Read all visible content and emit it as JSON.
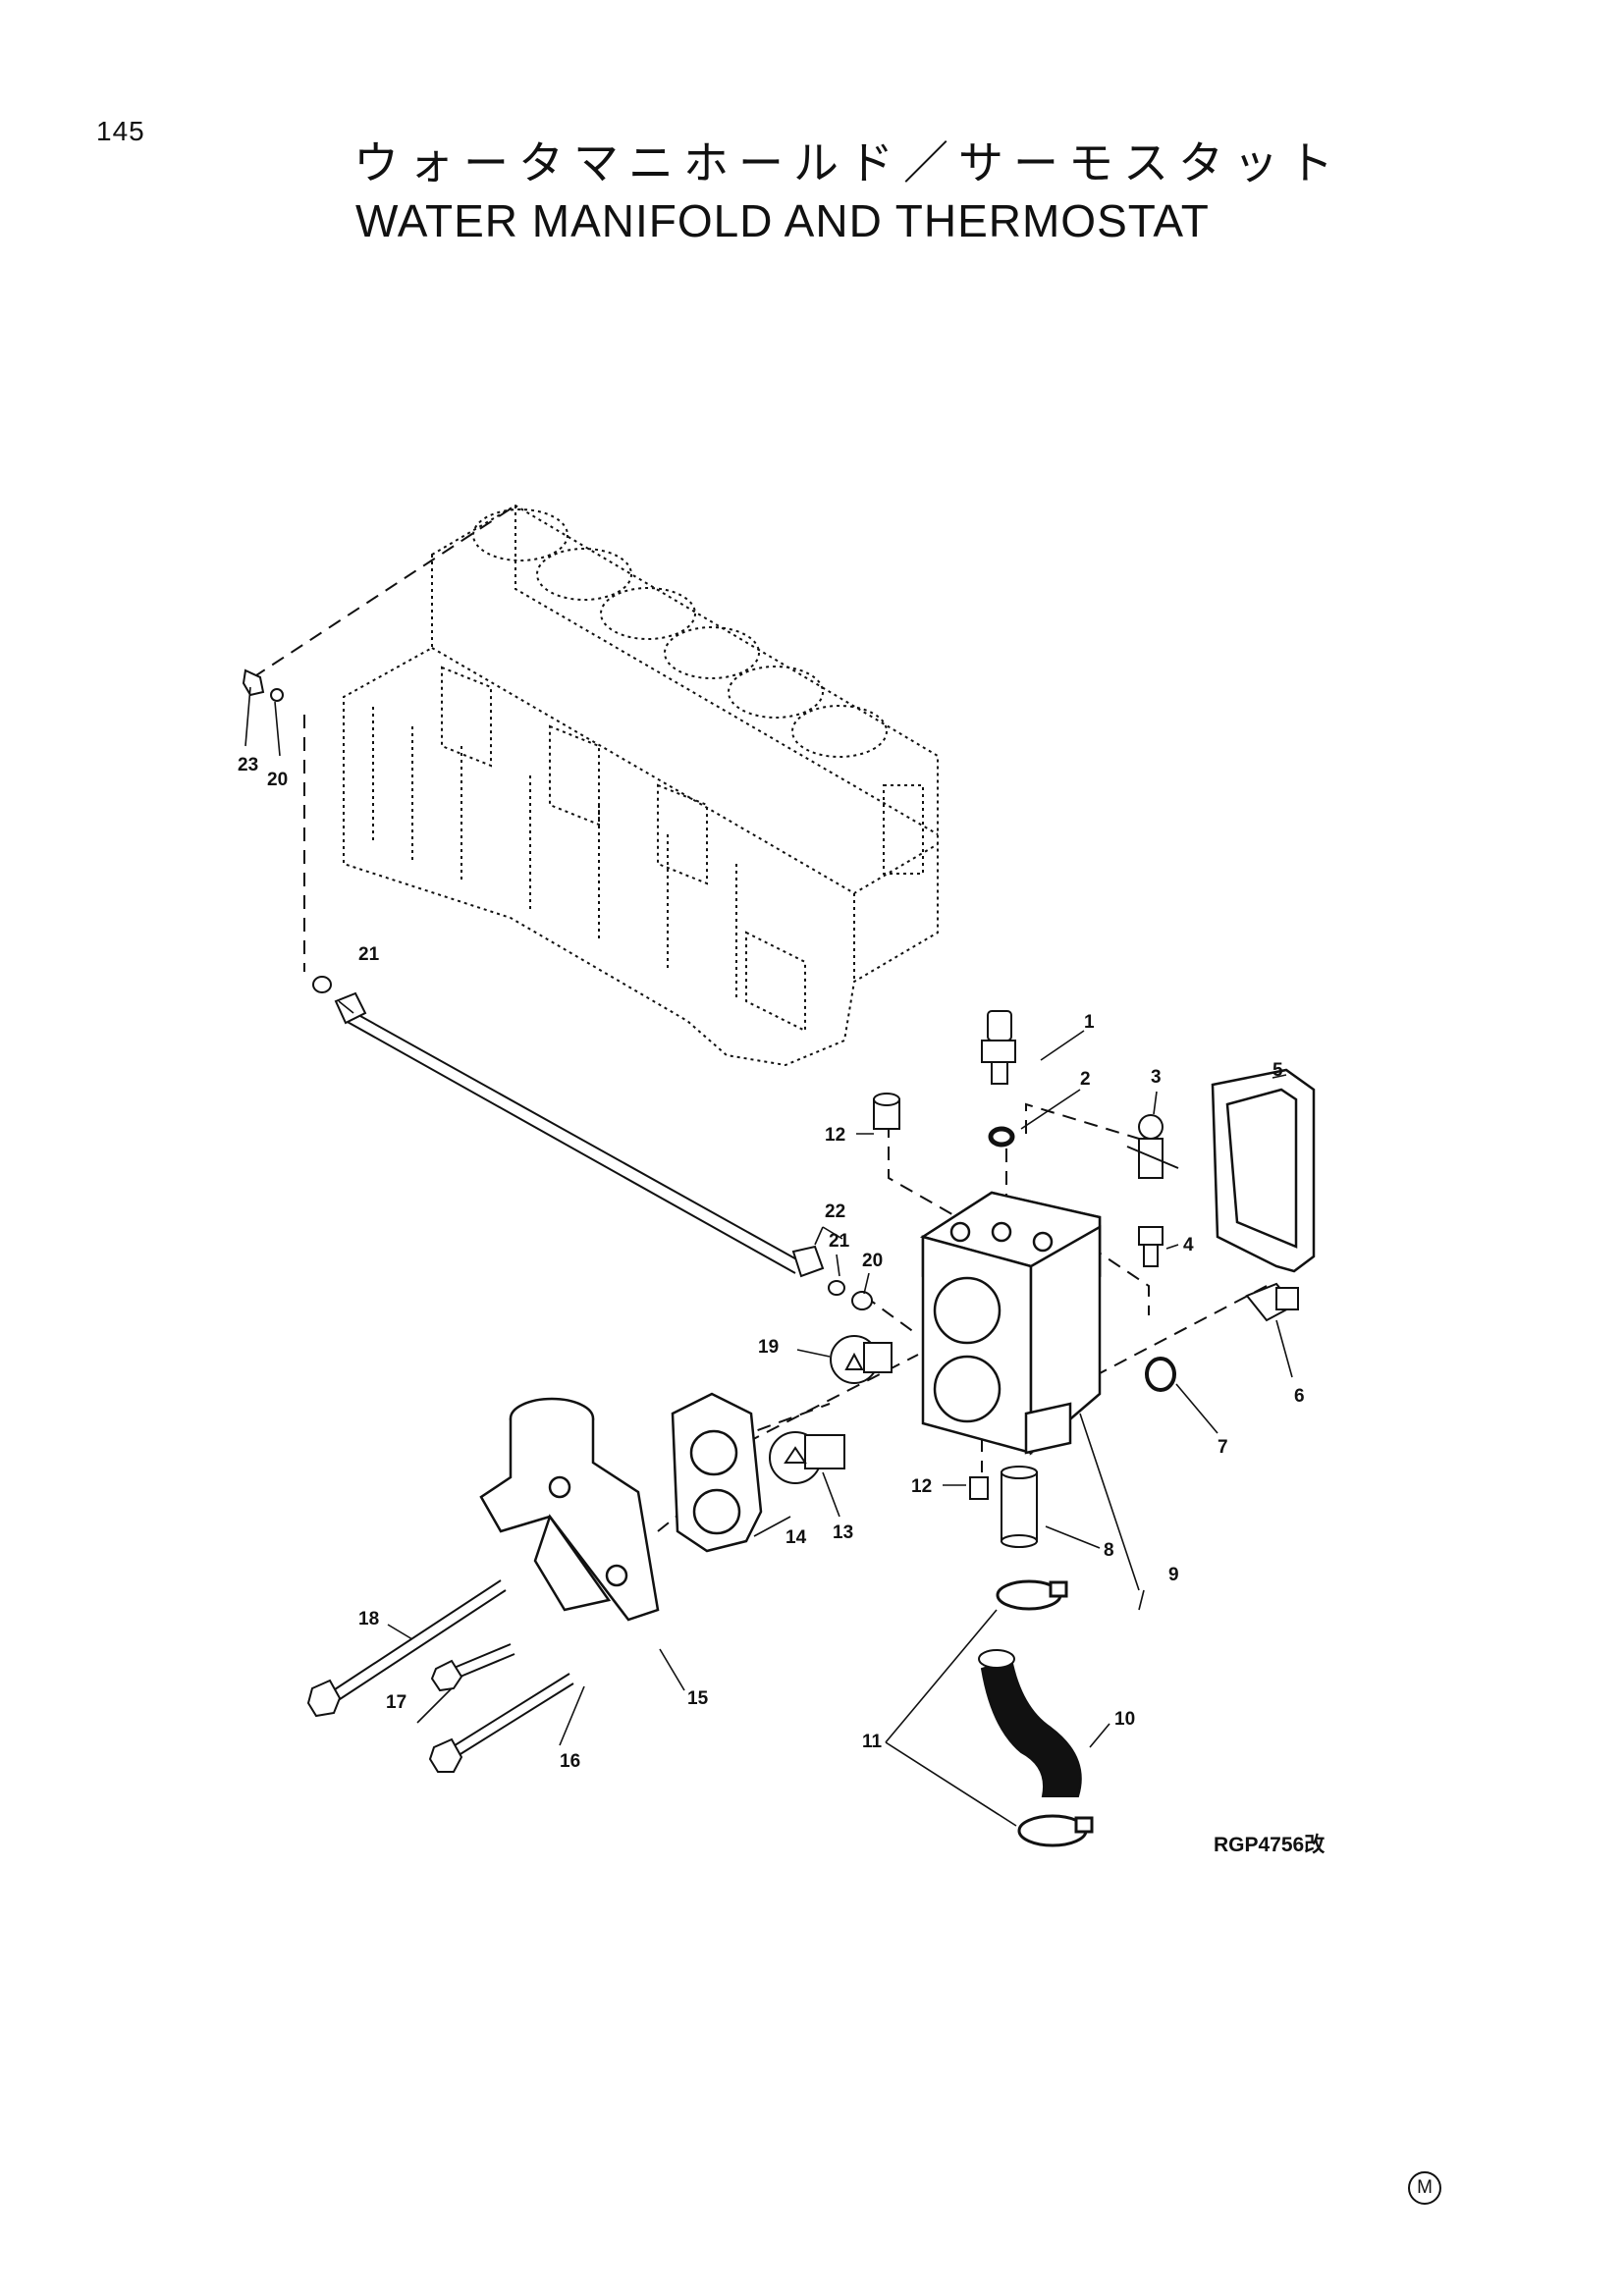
{
  "page": {
    "number": "145",
    "title_jp": "ウォータマニホールド／サーモスタット",
    "title_en": "WATER MANIFOLD AND THERMOSTAT"
  },
  "diagram": {
    "reference_code": "RGP4756改",
    "corner_mark": "M",
    "callouts": [
      "1",
      "2",
      "3",
      "4",
      "5",
      "6",
      "7",
      "8",
      "9",
      "10",
      "11",
      "12",
      "12",
      "13",
      "14",
      "15",
      "16",
      "17",
      "18",
      "19",
      "20",
      "20",
      "21",
      "21",
      "22",
      "23"
    ]
  }
}
